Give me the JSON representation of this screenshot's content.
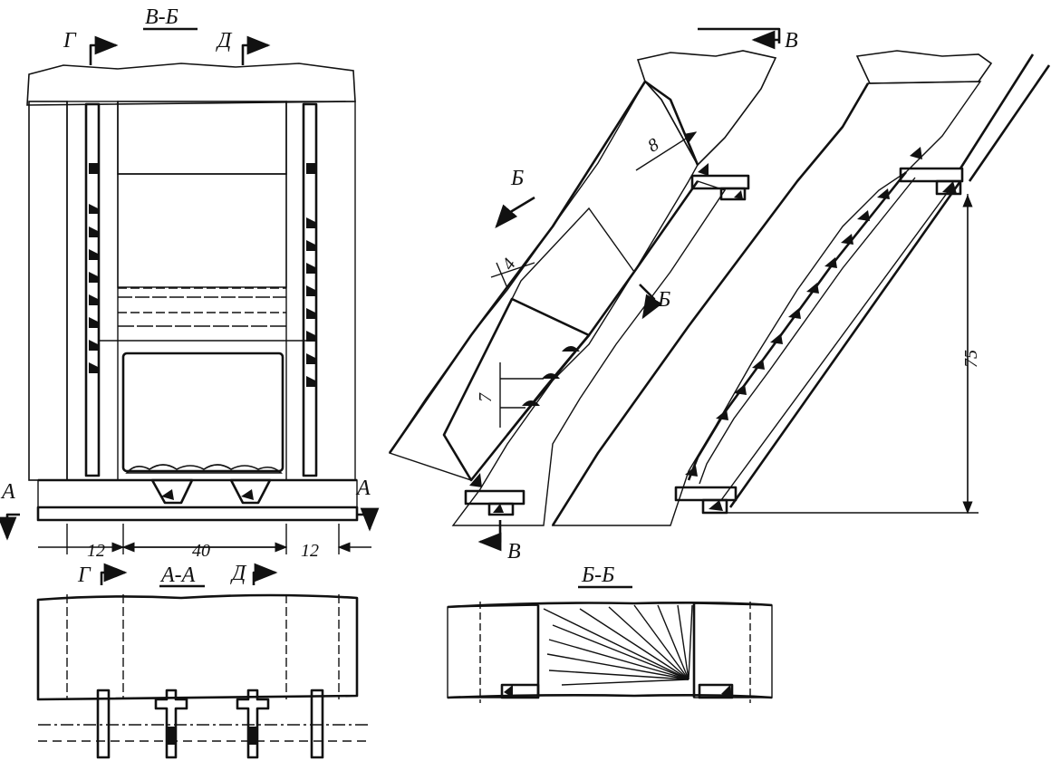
{
  "labels": {
    "section_vv": "В-Б",
    "section_aa": "А-А",
    "section_bb": "Б-Б",
    "mark_g": "Г",
    "mark_d": "Д",
    "mark_a": "А",
    "mark_b": "Б",
    "mark_v": "В"
  },
  "dimensions": {
    "left_pillar": "12",
    "chamber_width": "40",
    "right_pillar": "12",
    "spacing_8": "8",
    "spacing_4": "4",
    "spacing_7": "7",
    "height_75": "75"
  }
}
